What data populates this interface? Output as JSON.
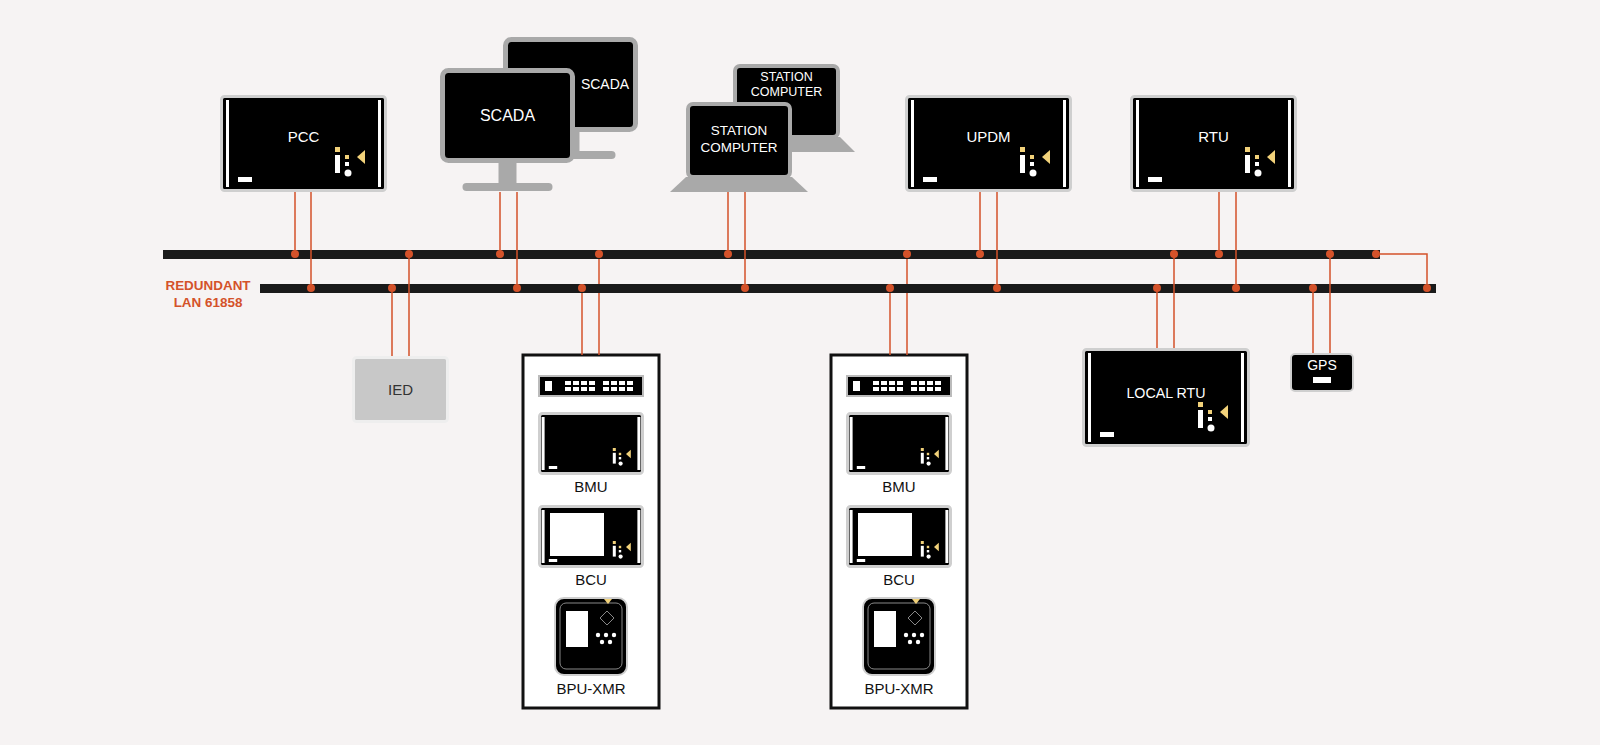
{
  "diagram": {
    "nodes": [
      {
        "text": [
          "PCC"
        ]
      },
      {
        "text": [
          "SCADA"
        ]
      },
      {
        "text": [
          "SCADA"
        ]
      },
      {
        "text": [
          "STATION COMPUTER"
        ]
      },
      {
        "text": [
          "STATION COMPUTER"
        ]
      },
      {
        "text": [
          "UPDM"
        ]
      },
      {
        "text": [
          "RTU"
        ]
      },
      {
        "text": [
          "REDUNDANT LAN 61858"
        ]
      },
      {
        "text": [
          "IED"
        ]
      },
      {
        "text": [
          "BMU"
        ]
      },
      {
        "text": [
          "BCU"
        ]
      },
      {
        "text": [
          "BPU-XMR"
        ]
      },
      {
        "text": [
          "BMU"
        ]
      },
      {
        "text": [
          "BCU"
        ]
      },
      {
        "text": [
          "BPU-XMR"
        ]
      },
      {
        "text": [
          "LOCAL RTU"
        ]
      },
      {
        "text": [
          "GPS"
        ]
      }
    ],
    "edges": [
      {
        "from": 0,
        "to": 7,
        "arrow": "none"
      },
      {
        "from": 2,
        "to": 7,
        "arrow": "none"
      },
      {
        "from": 4,
        "to": 7,
        "arrow": "none"
      },
      {
        "from": 5,
        "to": 7,
        "arrow": "none"
      },
      {
        "from": 6,
        "to": 7,
        "arrow": "none"
      },
      {
        "from": 8,
        "to": 7,
        "arrow": "none"
      },
      {
        "from": 15,
        "to": 7,
        "arrow": "none"
      },
      {
        "from": 16,
        "to": 7,
        "arrow": "none"
      }
    ]
  }
}
